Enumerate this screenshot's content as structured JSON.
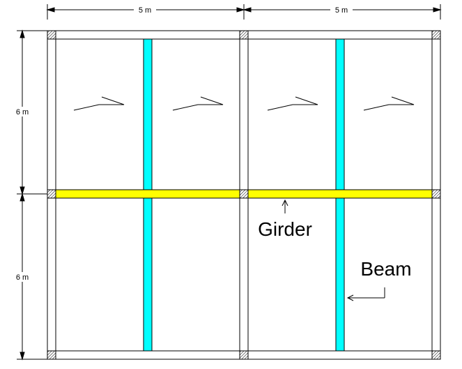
{
  "dimensions": {
    "top_left": "5 m",
    "top_right": "5 m",
    "left_upper": "6 m",
    "left_lower": "6 m"
  },
  "labels": {
    "girder": "Girder",
    "beam": "Beam"
  },
  "colors": {
    "girder": "#ffff00",
    "beam": "#00ffff",
    "line": "#000000"
  },
  "icons": {
    "slab_direction": "one-way-slab-span-arrow",
    "column": "hatched-column-square"
  }
}
